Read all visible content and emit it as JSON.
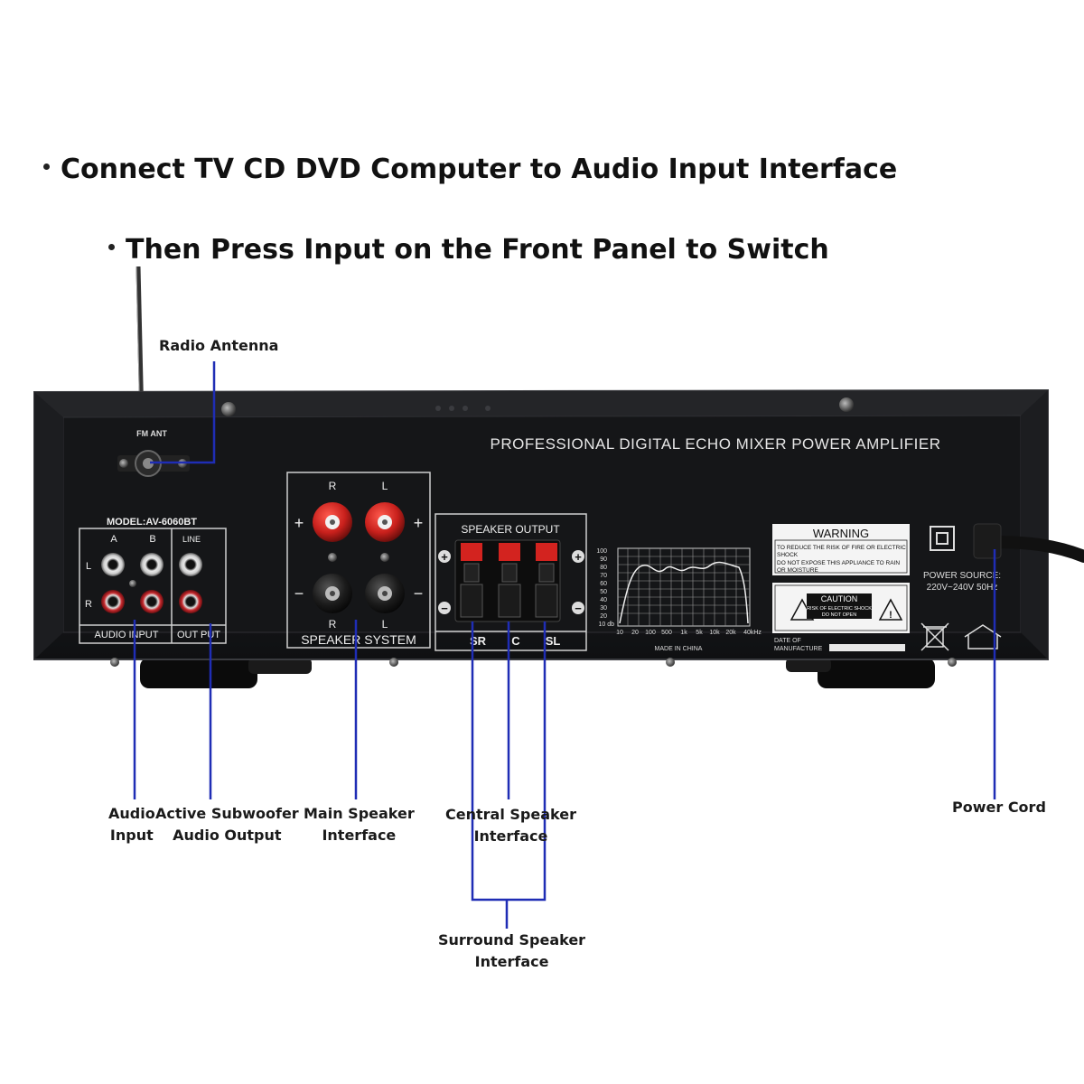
{
  "headline": {
    "line1": "Connect TV CD DVD Computer to Audio Input Interface",
    "line2": "Then Press Input on the Front Panel to Switch"
  },
  "callouts": {
    "radio_antenna": "Radio Antenna",
    "audio_input_l1": "Audio",
    "audio_input_l2": "Input",
    "subwoofer_l1": "Active Subwoofer",
    "subwoofer_l2": "Audio Output",
    "main_speaker_l1": "Main Speaker",
    "main_speaker_l2": "Interface",
    "central_speaker_l1": "Central Speaker",
    "central_speaker_l2": "Interface",
    "surround_speaker_l1": "Surround Speaker",
    "surround_speaker_l2": "Interface",
    "power_cord": "Power Cord"
  },
  "panel": {
    "title": "PROFESSIONAL DIGITAL ECHO MIXER POWER AMPLIFIER",
    "fm_ant": "FM ANT",
    "model": "MODEL:AV-6060BT",
    "col_a": "A",
    "col_b": "B",
    "col_line": "LINE",
    "row_l": "L",
    "row_r": "R",
    "audio_input": "AUDIO INPUT",
    "output": "OUT PUT",
    "speaker_system": "SPEAKER SYSTEM",
    "spk_r": "R",
    "spk_l": "L",
    "plus": "+",
    "minus": "−",
    "speaker_output": "SPEAKER OUTPUT",
    "sr": "SR",
    "c": "C",
    "sl": "SL",
    "graph_y_ticks": [
      "100",
      "90",
      "80",
      "70",
      "60",
      "50",
      "40",
      "30",
      "20",
      "10 db"
    ],
    "graph_x_ticks": [
      "10",
      "20",
      "100",
      "500",
      "1k",
      "5k",
      "10k",
      "20k",
      "40kHz"
    ],
    "made_in": "MADE IN CHINA",
    "warning_title": "WARNING",
    "warning_line1": "TO REDUCE THE RISK OF FIRE OR ELECTRIC",
    "warning_line2": "SHOCK",
    "warning_line3": "DO NOT EXPOSE THIS APPLIANCE TO RAIN",
    "warning_line4": "OR MOISTURE",
    "caution_title": "CAUTION",
    "caution_line1": "RISK OF ELECTRIC SHOCK",
    "caution_line2": "DO NOT OPEN",
    "date_of": "DATE OF",
    "manufacture": "MANUFACTURE",
    "power_source": "POWER SOURCE:",
    "voltage": "220V~240V  50Hz"
  },
  "colors": {
    "leader_line": "#1f2db5",
    "chassis": "#16171a",
    "panel_text": "#e6e6e6",
    "terminal_red": "#d3231f"
  }
}
